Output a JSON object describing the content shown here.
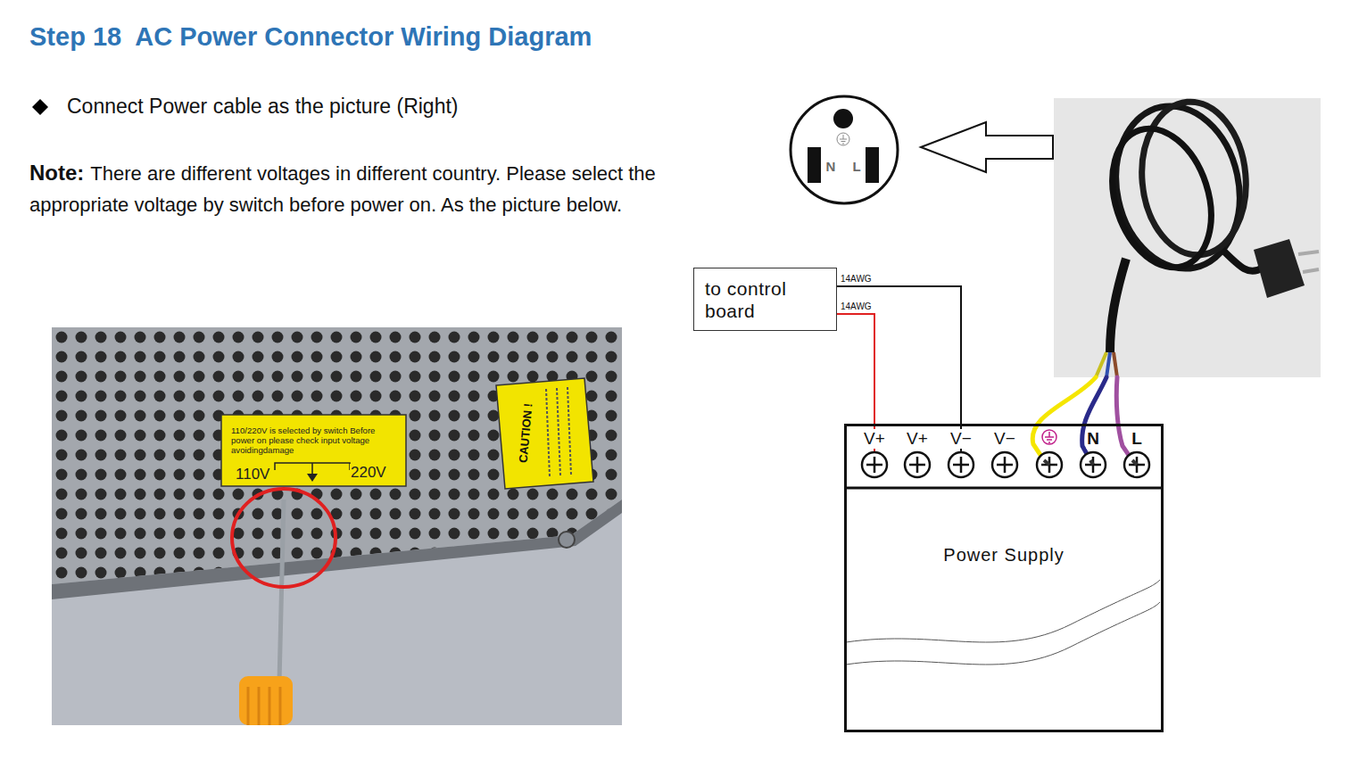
{
  "diagram": {
    "title": "Step 18  AC Power Connector Wiring Diagram",
    "nodes": [
      {
        "text": [
          "N",
          "L"
        ]
      },
      {
        "text": [
          "to control board"
        ]
      },
      {
        "text": [
          "Power Supply"
        ]
      }
    ],
    "edges": [
      {
        "from": 1,
        "to": 2,
        "arrow": "none",
        "label": "14AWG"
      },
      {
        "from": 1,
        "to": 2,
        "arrow": "none",
        "label": "14AWG"
      }
    ],
    "labels": [
      "Connect Power cable as the picture (Right)",
      "Note:",
      "There are different voltages in different country. Please select the appropriate voltage by switch before power on. As the picture below.",
      "110/220V is selected by switch Before power on please check input voltage avoidingdamage",
      "110V",
      "220V",
      "CAUTION !",
      "V+",
      "V+",
      "V−",
      "V−",
      "N",
      "L"
    ]
  }
}
